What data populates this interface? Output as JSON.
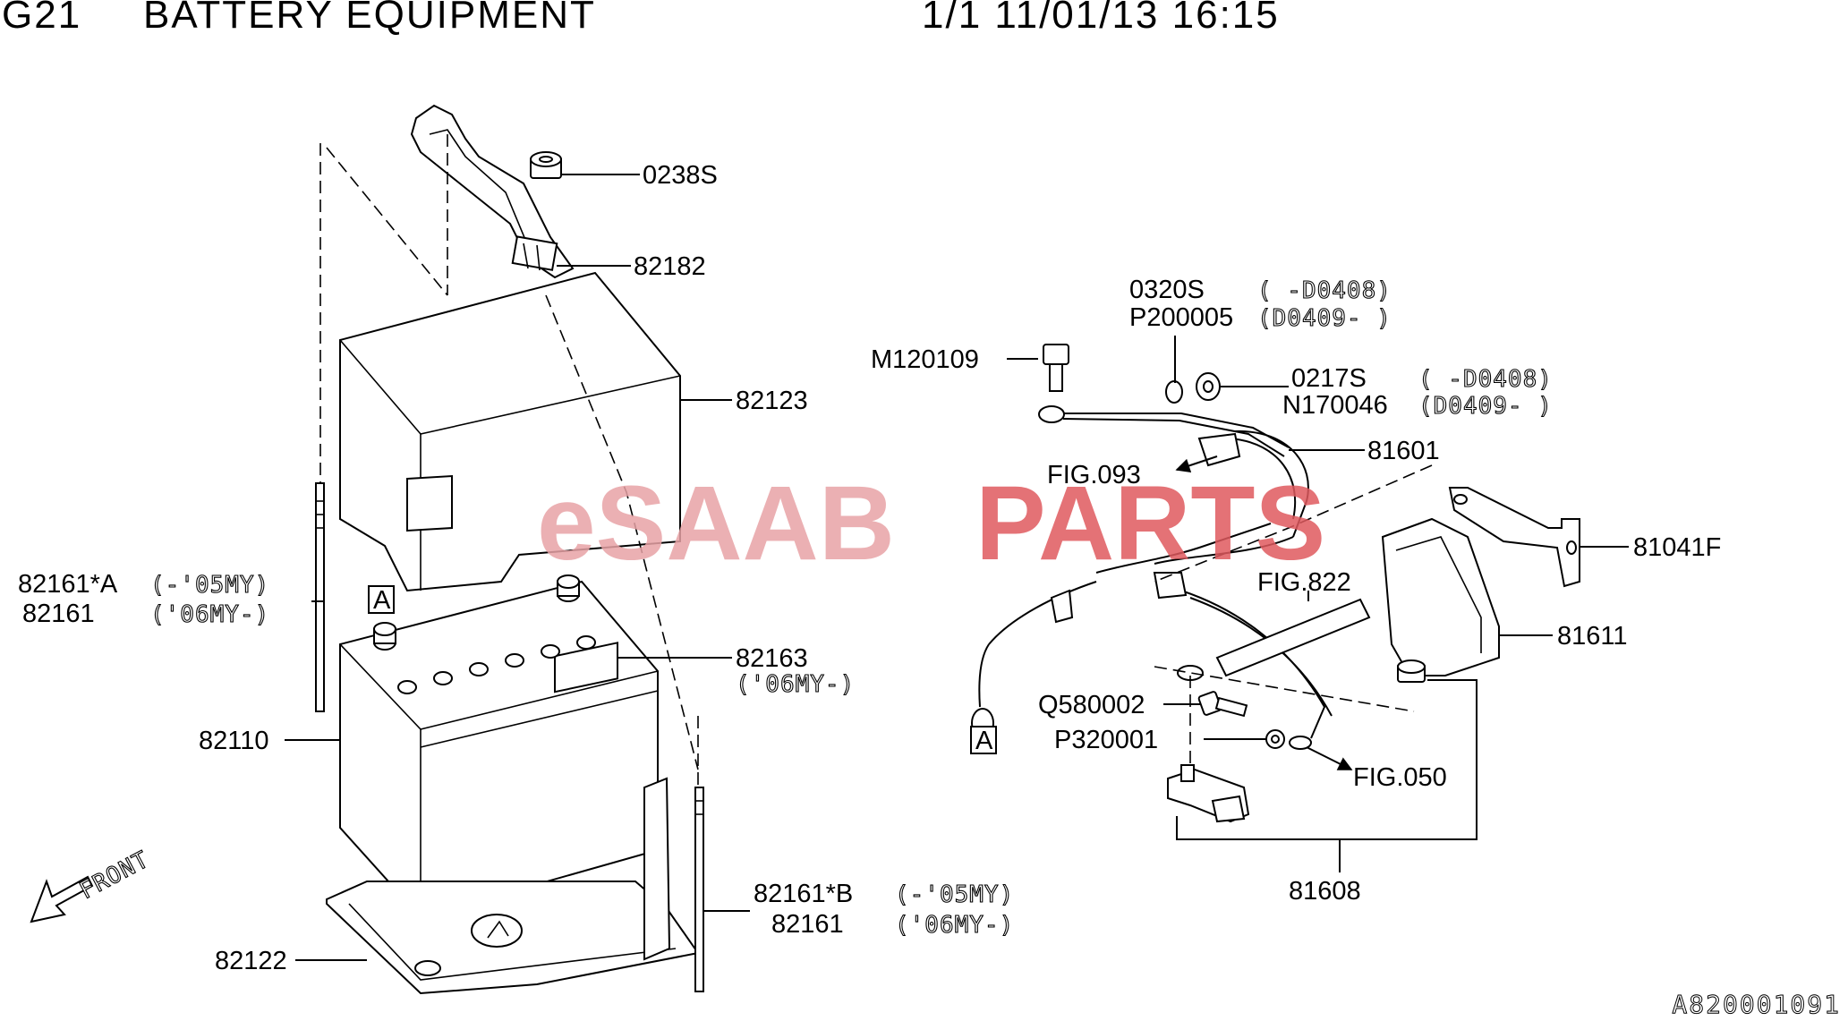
{
  "header": {
    "section_code": "G21",
    "title": "BATTERY EQUIPMENT",
    "page_date": "1/1 11/01/13 16:15"
  },
  "watermark": {
    "part1": "eSAAB",
    "part2": "PARTS",
    "color1": "#e8a3a6",
    "color2": "#e05a5f"
  },
  "labels": {
    "p0238S": "0238S",
    "p82182": "82182",
    "p82123": "82123",
    "p82161A": "82161*A",
    "p82161A_note": "(-'05MY)",
    "p82161_left": "82161",
    "p82161_left_note": "('06MY-)",
    "callout_a_top": "A",
    "p82163": "82163",
    "p82163_note": "('06MY-)",
    "p82110": "82110",
    "front": "FRONT",
    "p82161B": "82161*B",
    "p82161B_note": "(-'05MY)",
    "p82161_bottom": "82161",
    "p82161_bottom_note": "('06MY-)",
    "p82122": "82122",
    "p0320S": "0320S",
    "p0320S_note": "( -D0408)",
    "pP200005": "P200005",
    "pP200005_note": "(D0409- )",
    "pM120109": "M120109",
    "p0217S": "0217S",
    "p0217S_note": "( -D0408)",
    "pN170046": "N170046",
    "pN170046_note": "(D0409- )",
    "p81601": "81601",
    "fig093": "FIG.093",
    "p81041F": "81041F",
    "fig822": "FIG.822",
    "p81611": "81611",
    "pQ580002": "Q580002",
    "pP320001": "P320001",
    "callout_a_bottom": "A",
    "fig050": "FIG.050",
    "p81608": "81608"
  },
  "footer": {
    "drawing_number": "A820001091"
  }
}
